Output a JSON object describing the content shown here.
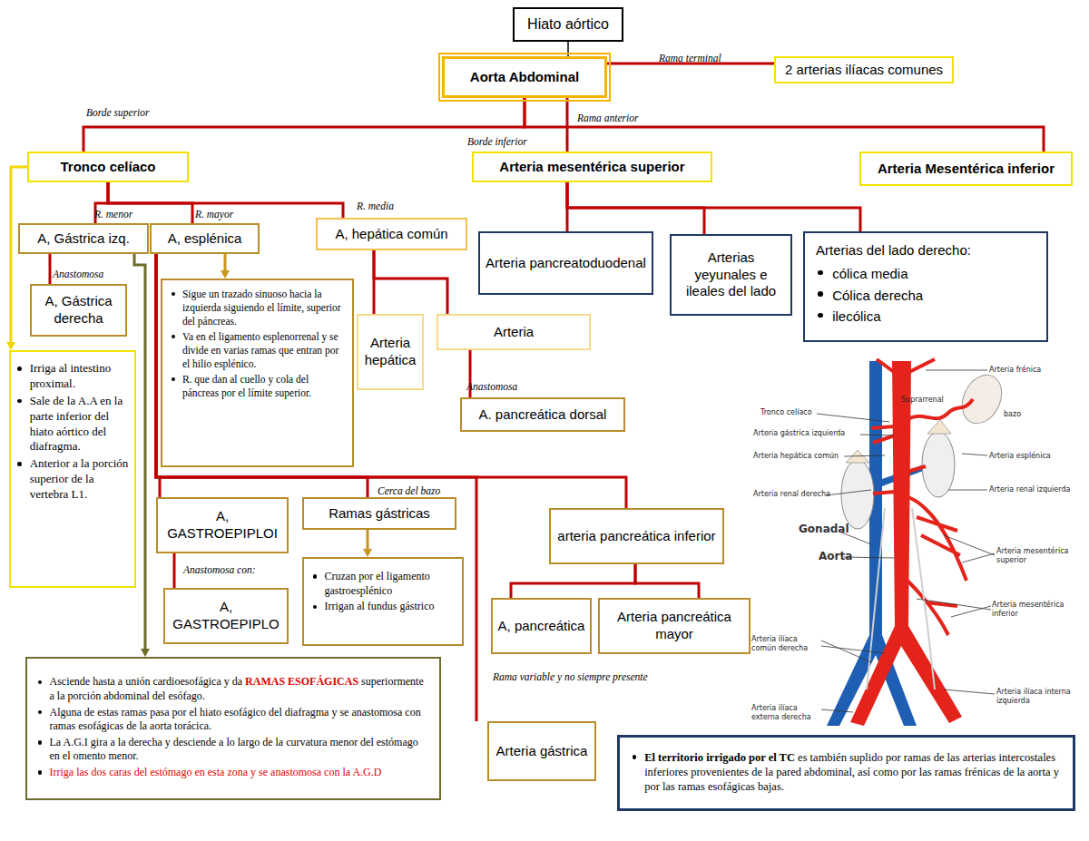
{
  "diagram": {
    "nodes": [
      {
        "text": [
          "Hiato aórtico"
        ]
      },
      {
        "text": [
          "Aorta Abdominal"
        ]
      },
      {
        "text": [
          "2 arterias ilíacas comunes"
        ]
      },
      {
        "text": [
          "Tronco celíaco"
        ]
      },
      {
        "text": [
          "Arteria mesentérica superior"
        ]
      },
      {
        "text": [
          "Arteria Mesentérica inferior"
        ]
      },
      {
        "text": [
          "A, Gástrica izq."
        ]
      },
      {
        "text": [
          "A, esplénica"
        ]
      },
      {
        "text": [
          "A, hepática común"
        ]
      },
      {
        "text": [
          "Arteria pancreatoduodenal"
        ]
      },
      {
        "text": [
          "Arterias yeyunales e ileales del lado"
        ]
      },
      {
        "text": [
          "Arterias del lado derecho:",
          "cólica media",
          "Cólica derecha",
          "ilecólica"
        ]
      },
      {
        "text": [
          "A, Gástrica derecha"
        ]
      },
      {
        "text": [
          "Sigue un trazado sinuoso hacia la izquierda siguiendo el límite, superior del páncreas.",
          "Va en el ligamento esplenorrenal y se divide en varias ramas que entran por el hilio esplénico.",
          "R. que dan al cuello y cola del páncreas por el límite superior."
        ]
      },
      {
        "text": [
          "Arteria hepática"
        ]
      },
      {
        "text": [
          "Arteria"
        ]
      },
      {
        "text": [
          "A. pancreática dorsal"
        ]
      },
      {
        "text": [
          "Irriga al intestino proximal.",
          "Sale de la A.A en la parte inferior del hiato aórtico del diafragma.",
          "Anterior a la porción superior de la vertebra L1."
        ]
      },
      {
        "text": [
          "A, GASTROEPIPLOI"
        ]
      },
      {
        "text": [
          "Ramas gástricas"
        ]
      },
      {
        "text": [
          "arteria pancreática inferior"
        ]
      },
      {
        "text": [
          "Cruzan por el ligamento gastroesplénico",
          "Irrigan al fundus gástrico"
        ]
      },
      {
        "text": [
          "A, GASTROEPIPLO"
        ]
      },
      {
        "text": [
          "A, pancreática"
        ]
      },
      {
        "text": [
          "Arteria pancreática mayor"
        ]
      },
      {
        "text": [
          "Asciende hasta a unión cardioesofágica y da RAMAS ESOFÁGICAS superiormente a la porción abdominal del esófago.",
          "Alguna de estas ramas pasa por el hiato esofágico del diafragma y se anastomosa con ramas esofágicas de la aorta torácica.",
          "La A.G.I gira a la derecha y desciende a lo largo de la curvatura menor del estómago en el omento menor.",
          "Irriga las dos caras del estómago en esta zona y se anastomosa con la A.G.D"
        ]
      },
      {
        "text": [
          "Arteria gástrica"
        ]
      },
      {
        "text": [
          "El territorio irrigado por el TC es también suplido por ramas de las arterias intercostales inferiores provenientes de la pared abdominal, así como por las ramas frénicas de la aorta y por las ramas esofágicas bajas."
        ]
      }
    ],
    "edges": [
      {
        "from": 0,
        "to": 1,
        "arrow": "none"
      },
      {
        "from": 1,
        "to": 2,
        "label": "Rama terminal",
        "arrow": "none"
      },
      {
        "from": 1,
        "to": 3,
        "label": "Borde superior",
        "arrow": "none"
      },
      {
        "from": 1,
        "to": 4,
        "label": "Rama anterior",
        "arrow": "none"
      },
      {
        "from": 1,
        "to": 5,
        "arrow": "none"
      },
      {
        "from": 3,
        "to": 17,
        "arrow": "to"
      },
      {
        "from": 3,
        "to": 6,
        "label": "R. menor",
        "arrow": "none"
      },
      {
        "from": 3,
        "to": 7,
        "label": "R. mayor",
        "arrow": "none"
      },
      {
        "from": 3,
        "to": 8,
        "label": "R. media",
        "arrow": "none"
      },
      {
        "from": 6,
        "to": 12,
        "label": "Anastomosa",
        "arrow": "none"
      },
      {
        "from": 6,
        "to": 25,
        "arrow": "to"
      },
      {
        "from": 7,
        "to": 13,
        "arrow": "to"
      },
      {
        "from": 7,
        "to": 18,
        "arrow": "none"
      },
      {
        "from": 7,
        "to": 19,
        "label": "Cerca del bazo",
        "arrow": "none"
      },
      {
        "from": 7,
        "to": 20,
        "arrow": "none"
      },
      {
        "from": 7,
        "to": 26,
        "label": "Rama variable y no siempre presente",
        "arrow": "none"
      },
      {
        "from": 8,
        "to": 14,
        "arrow": "none"
      },
      {
        "from": 8,
        "to": 15,
        "arrow": "none"
      },
      {
        "from": 15,
        "to": 16,
        "label": "Anastomosa",
        "arrow": "none"
      },
      {
        "from": 18,
        "to": 22,
        "label": "Anastomosa con:",
        "arrow": "none"
      },
      {
        "from": 19,
        "to": 21,
        "arrow": "to"
      },
      {
        "from": 20,
        "to": 23,
        "arrow": "none"
      },
      {
        "from": 20,
        "to": 24,
        "arrow": "none"
      },
      {
        "from": 4,
        "to": 9,
        "arrow": "none"
      },
      {
        "from": 4,
        "to": 10,
        "arrow": "none"
      },
      {
        "from": 4,
        "to": 11,
        "arrow": "none"
      }
    ],
    "labels": [
      "Borde inferior",
      "Arteria frénica",
      "Suprarrenal",
      "bazo",
      "Tronco celíaco",
      "Arteria gástrica izquierda",
      "Arteria esplénica",
      "Arteria hepática común",
      "Arteria renal izquierda",
      "Arteria renal derecha",
      "Gonadal",
      "Aorta",
      "Arteria mesentérica superior",
      "Arteria mesentérica inferior",
      "Arteria ilíaca común derecha",
      "Arteria ilíaca interna izquierda",
      "Arteria ilíaca externa derecha"
    ]
  }
}
